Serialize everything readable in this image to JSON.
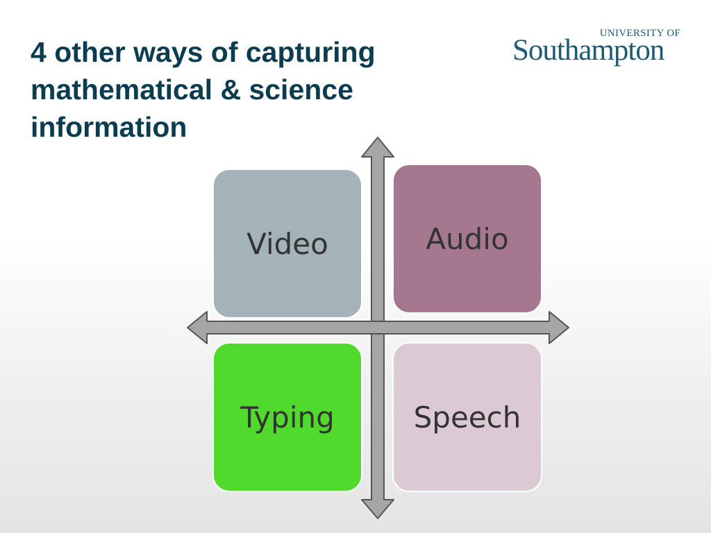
{
  "slide": {
    "title_lines": [
      "4 other ways of capturing",
      "mathematical & science",
      "information"
    ]
  },
  "logo": {
    "top_text": "UNIVERSITY OF",
    "main_text": "Southampton",
    "color": "#1f5a75"
  },
  "matrix": {
    "quadrants": [
      {
        "label": "Video",
        "color": "#a3b3b9"
      },
      {
        "label": "Audio",
        "color": "#a5788f"
      },
      {
        "label": "Typing",
        "color": "#52d92e"
      },
      {
        "label": "Speech",
        "color": "#dbc9d3"
      }
    ],
    "arrow_color": "#a6a6a6"
  }
}
